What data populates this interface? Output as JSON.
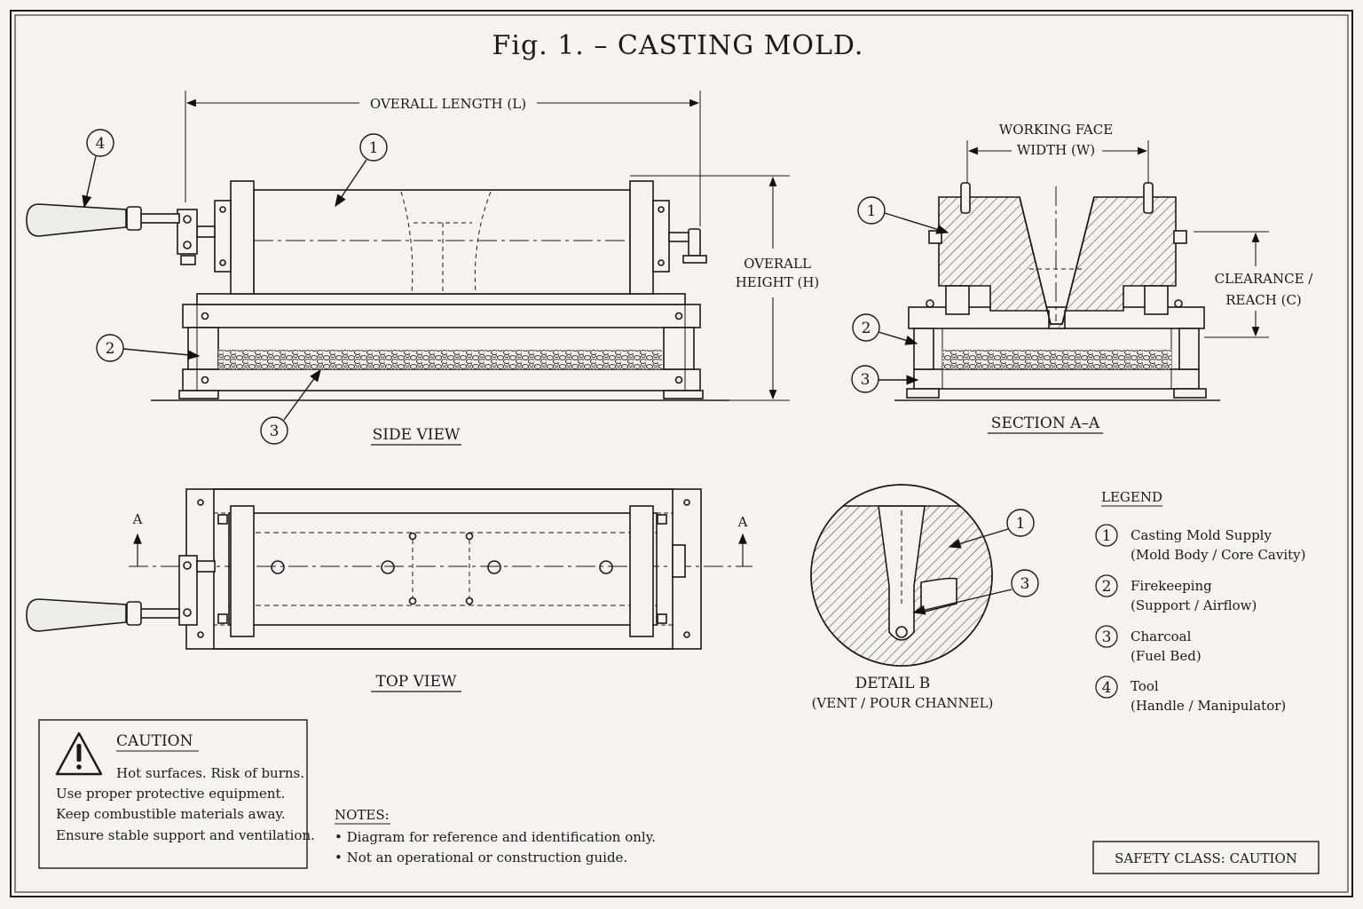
{
  "title": "Fig. 1.  –  CASTING MOLD.",
  "dims": {
    "overall_length": "OVERALL  LENGTH  (L)",
    "overall_height_1": "OVERALL",
    "overall_height_2": "HEIGHT  (H)",
    "working_face_1": "WORKING  FACE",
    "working_face_2": "WIDTH  (W)",
    "clearance_1": "CLEARANCE /",
    "clearance_2": "REACH  (C)"
  },
  "views": {
    "side": "SIDE  VIEW",
    "section": "SECTION  A–A",
    "top": "TOP  VIEW",
    "detail_1": "DETAIL  B",
    "detail_2": "(VENT / POUR CHANNEL)",
    "section_mark": "A"
  },
  "callouts": {
    "c1": "1",
    "c2": "2",
    "c3": "3",
    "c4": "4"
  },
  "legend": {
    "heading": "LEGEND",
    "items": [
      {
        "num": "1",
        "name": "Casting Mold Supply",
        "desc": "(Mold Body / Core Cavity)"
      },
      {
        "num": "2",
        "name": "Firekeeping",
        "desc": "(Support / Airflow)"
      },
      {
        "num": "3",
        "name": "Charcoal",
        "desc": "(Fuel Bed)"
      },
      {
        "num": "4",
        "name": "Tool",
        "desc": "(Handle / Manipulator)"
      }
    ]
  },
  "caution": {
    "heading": "CAUTION",
    "lines": [
      "Hot surfaces. Risk of burns.",
      "Use proper protective equipment.",
      "Keep combustible materials away.",
      "Ensure stable support and ventilation."
    ],
    "icon": "warning-triangle-icon"
  },
  "notes": {
    "heading": "NOTES:",
    "items": [
      "• Diagram for reference and identification only.",
      "• Not an operational or construction guide."
    ]
  },
  "safety_class": "SAFETY CLASS:  CAUTION"
}
